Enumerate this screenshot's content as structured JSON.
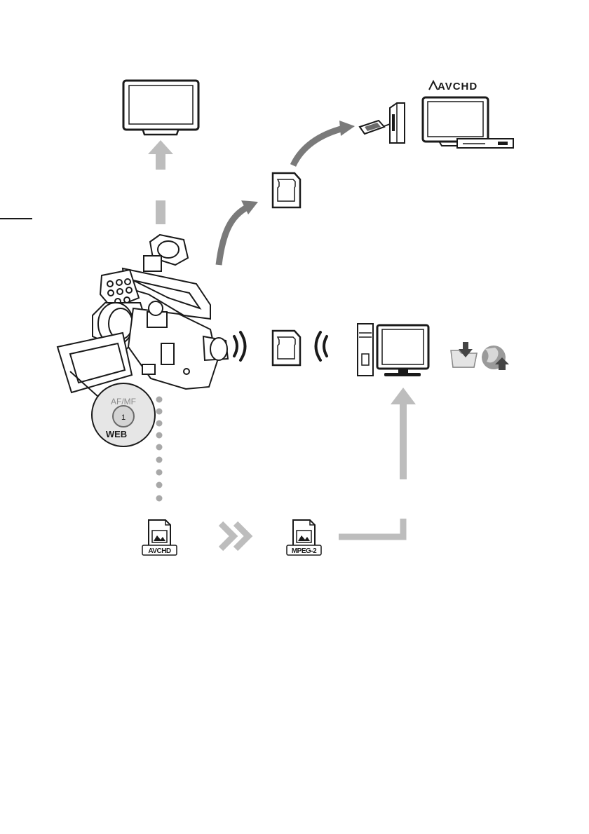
{
  "logos": {
    "avchd_logo_text": "AVCHD"
  },
  "camera": {
    "button_top_label": "AF/MF",
    "button_symbol": "1",
    "button_bottom_label": "WEB"
  },
  "files": {
    "source_format": "AVCHD",
    "converted_format": "MPEG-2"
  },
  "icons": [
    "tv-icon",
    "sd-card-icon",
    "card-reader-icon",
    "bluray-recorder-icon",
    "camcorder-icon",
    "wireless-signal-icon",
    "desktop-computer-icon",
    "folder-download-icon",
    "web-upload-globe-icon",
    "avchd-file-icon",
    "mpeg2-file-icon",
    "double-chevron-icon"
  ],
  "colors": {
    "line": "#1a1a1a",
    "arrow_gray": "#bdbdbd",
    "arrow_dark": "#7a7a7a",
    "dot_gray": "#a8a8a8"
  }
}
